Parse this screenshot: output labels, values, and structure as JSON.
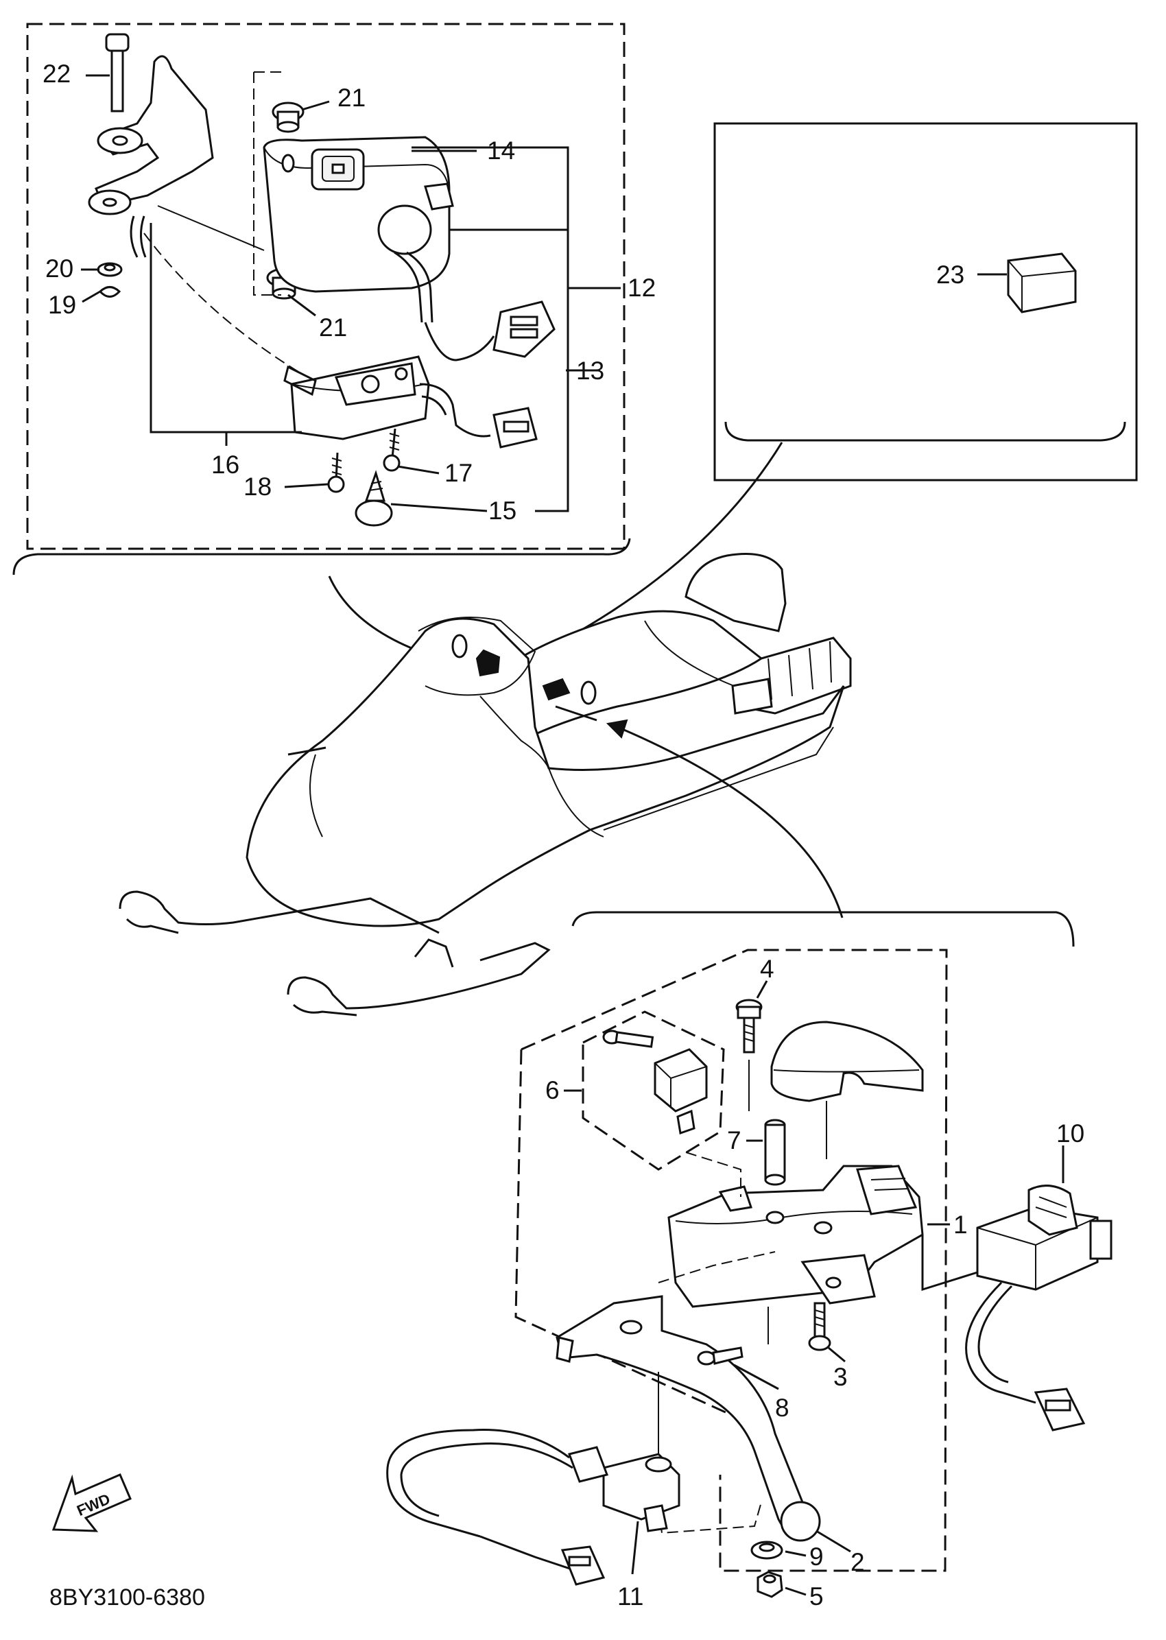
{
  "diagram_code": "8BY3100-6380",
  "fwd_label": "FWD",
  "callouts": {
    "c1": "1",
    "c2": "2",
    "c3": "3",
    "c4": "4",
    "c5": "5",
    "c6": "6",
    "c7": "7",
    "c8": "8",
    "c9": "9",
    "c10": "10",
    "c11": "11",
    "c12": "12",
    "c13": "13",
    "c14": "14",
    "c15": "15",
    "c16": "16",
    "c17": "17",
    "c18": "18",
    "c19": "19",
    "c20": "20",
    "c21a": "21",
    "c21b": "21",
    "c22": "22",
    "c23": "23"
  }
}
